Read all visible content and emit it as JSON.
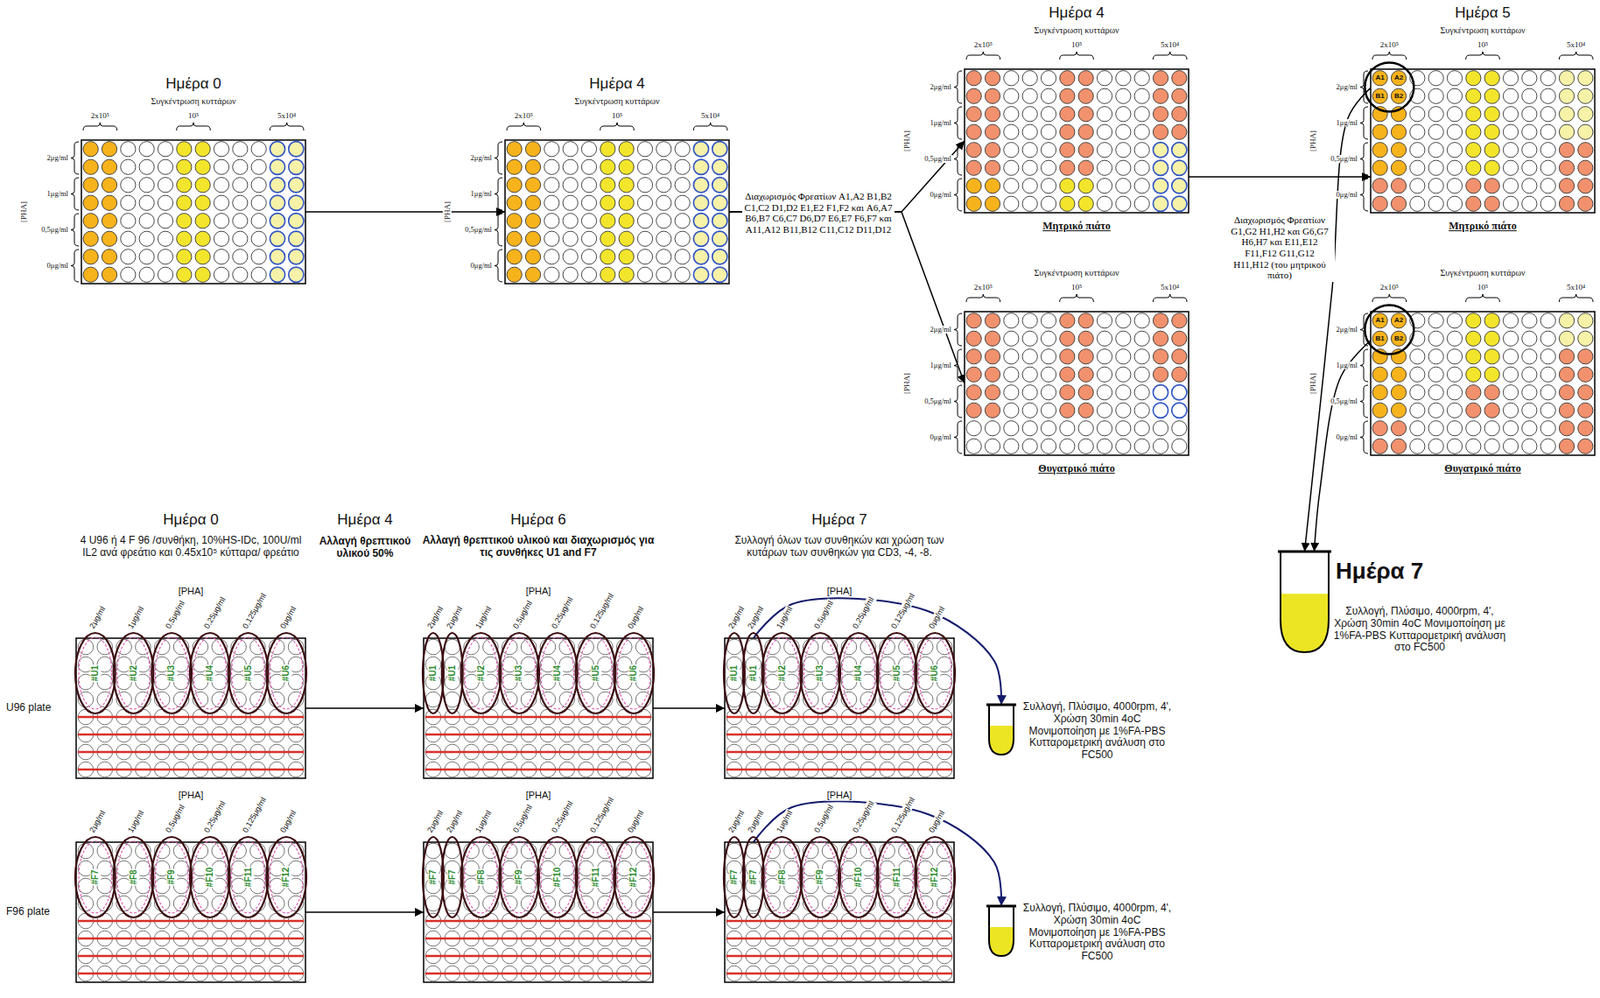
{
  "diagram": {
    "nodes": [
      {
        "text": [
          "Ημέρα 0",
          "Συγκέντρωση κυττάρων",
          "2x10⁵",
          "10⁵",
          "5x10⁴",
          "[PHA]",
          "2μg/ml",
          "1μg/ml",
          "0,5μg/ml",
          "0μg/ml"
        ]
      },
      {
        "text": [
          "Ημέρα 4",
          "Συγκέντρωση κυττάρων",
          "2x10⁵",
          "10⁵",
          "5x10⁴",
          "[PHA]",
          "2μg/ml",
          "1μg/ml",
          "0,5μg/ml",
          "0μg/ml"
        ]
      },
      {
        "text": [
          "Ημέρα 4",
          "Συγκέντρωση κυττάρων",
          "2x10⁵",
          "10⁵",
          "5x10⁴",
          "[PHA]",
          "2μg/ml",
          "1μg/ml",
          "0,5μg/ml",
          "0μg/ml",
          "Μητρικό πιάτο"
        ]
      },
      {
        "text": [
          "Συγκέντρωση κυττάρων",
          "2x10⁵",
          "10⁵",
          "5x10⁴",
          "[PHA]",
          "2μg/ml",
          "1μg/ml",
          "0,5μg/ml",
          "0μg/ml",
          "Θυγατρικό πιάτο"
        ]
      },
      {
        "text": [
          "Ημέρα 5",
          "Συγκέντρωση κυττάρων",
          "2x10⁵",
          "10⁵",
          "5x10⁴",
          "[PHA]",
          "2μg/ml",
          "1μg/ml",
          "0,5μg/ml",
          "0μg/ml",
          "A1",
          "A2",
          "B1",
          "B2",
          "Μητρικό πιάτο"
        ]
      },
      {
        "text": [
          "Συγκέντρωση κυττάρων",
          "2x10⁵",
          "10⁵",
          "5x10⁴",
          "[PHA]",
          "2μg/ml",
          "1μg/ml",
          "0,5μg/ml",
          "0μg/ml",
          "A1",
          "A2",
          "B1",
          "B2",
          "Θυγατρικό πιάτο"
        ]
      },
      {
        "text": [
          "Ημέρα 7",
          "Συλλογή, Πλύσιμο, 4000rpm, 4', Χρώση 30min 4oC Μονιμοποίηση με 1%FA-PBS Κυτταρομετρική ανάλυση στο FC500"
        ]
      },
      {
        "text": [
          "Ημέρα 0",
          "4 U96 ή 4 F 96 /συνθήκη, 10%HS-IDc, 100U/ml IL2 ανά φρεάτιο και 0.45x10⁵ κύτταρα/ φρεάτιο",
          "[PHA]",
          "2μg/ml",
          "1μg/ml",
          "0,5μg/ml",
          "0,25μg/ml",
          "0,125μg/ml",
          "0μg/ml",
          "#U1",
          "#U2",
          "#U3",
          "#U4",
          "#U5",
          "#U6"
        ]
      },
      {
        "text": [
          "Ημέρα 6",
          "Αλλαγή θρεπτικού υλικού και διαχωρισμός για τις συνθήκες U1 and F7",
          "[PHA]",
          "2μg/ml",
          "2μg/ml",
          "1μg/ml",
          "0,5μg/ml",
          "0,25μg/ml",
          "0,125μg/ml",
          "0μg/ml",
          "#U1",
          "#U1",
          "#U2",
          "#U3",
          "#U4",
          "#U5",
          "#U6"
        ]
      },
      {
        "text": [
          "Ημέρα 7",
          "Συλλογή όλων των συνθηκών και χρώση των κυτάρων των συνθηκών για CD3, -4, -8.",
          "[PHA]",
          "2μg/ml",
          "2μg/ml",
          "1μg/ml",
          "0,5μg/ml",
          "0,25μg/ml",
          "0,125μg/ml",
          "0μg/ml",
          "#U1",
          "#U1",
          "#U2",
          "#U3",
          "#U4",
          "#U5",
          "#U6"
        ]
      },
      {
        "text": [
          "Συλλογή, Πλύσιμο, 4000rpm, 4', Χρώση 30min 4oC Μονιμοποίηση με 1%FA-PBS Κυτταρομετρική ανάλυση στο FC500"
        ]
      },
      {
        "text": [
          "[PHA]",
          "2μg/ml",
          "1μg/ml",
          "0,5μg/ml",
          "0,25μg/ml",
          "0,125μg/ml",
          "0μg/ml",
          "#F7",
          "#F8",
          "#F9",
          "#F10",
          "#F11",
          "#F12"
        ]
      },
      {
        "text": [
          "[PHA]",
          "2μg/ml",
          "2μg/ml",
          "1μg/ml",
          "0,5μg/ml",
          "0,25μg/ml",
          "0,125μg/ml",
          "0μg/ml",
          "#F7",
          "#F7",
          "#F8",
          "#F9",
          "#F10",
          "#F11",
          "#F12"
        ]
      },
      {
        "text": [
          "[PHA]",
          "2μg/ml",
          "2μg/ml",
          "1μg/ml",
          "0,5μg/ml",
          "0,25μg/ml",
          "0,125μg/ml",
          "0μg/ml",
          "#F7",
          "#F7",
          "#F8",
          "#F9",
          "#F10",
          "#F11",
          "#F12"
        ]
      },
      {
        "text": [
          "Συλλογή, Πλύσιμο, 4000rpm, 4', Χρώση 30min 4oC Μονιμοποίηση με 1%FA-PBS Κυτταρομετρική ανάλυση στο FC500"
        ]
      }
    ],
    "edges": [
      {
        "from": 0,
        "to": 1,
        "arrow": "to"
      },
      {
        "from": 1,
        "to": 2,
        "arrow": "to",
        "label": "Διαχωρισμός Φρεατίων A1,A2 B1,B2 C1,C2 D1,D2 E1,E2 F1,F2 και A6,A7 B6,B7 C6,C7 D6,D7 E6,E7 F6,F7 και A11,A12 B11,B12 C11,C12 D11,D12"
      },
      {
        "from": 1,
        "to": 3,
        "arrow": "to"
      },
      {
        "from": 2,
        "to": 4,
        "arrow": "to",
        "label": "Διαχωρισμός Φρεατίων G1,G2 H1,H2 και G6,G7 H6,H7 και E11,E12 F11,F12 G11,G12 H11,H12 (του μητρικού πιάτο)"
      },
      {
        "from": 4,
        "to": 6,
        "arrow": "to"
      },
      {
        "from": 5,
        "to": 6,
        "arrow": "to"
      },
      {
        "from": 7,
        "to": 8,
        "arrow": "to"
      },
      {
        "from": 8,
        "to": 9,
        "arrow": "to"
      },
      {
        "from": 9,
        "to": 10,
        "arrow": "to"
      },
      {
        "from": 11,
        "to": 12,
        "arrow": "to"
      },
      {
        "from": 12,
        "to": 13,
        "arrow": "to"
      },
      {
        "from": 13,
        "to": 14,
        "arrow": "to"
      }
    ],
    "labels": [
      "Ημέρα 4",
      "Αλλαγή θρεπτικού υλικού 50%",
      "U96 plate",
      "F96 plate"
    ]
  }
}
